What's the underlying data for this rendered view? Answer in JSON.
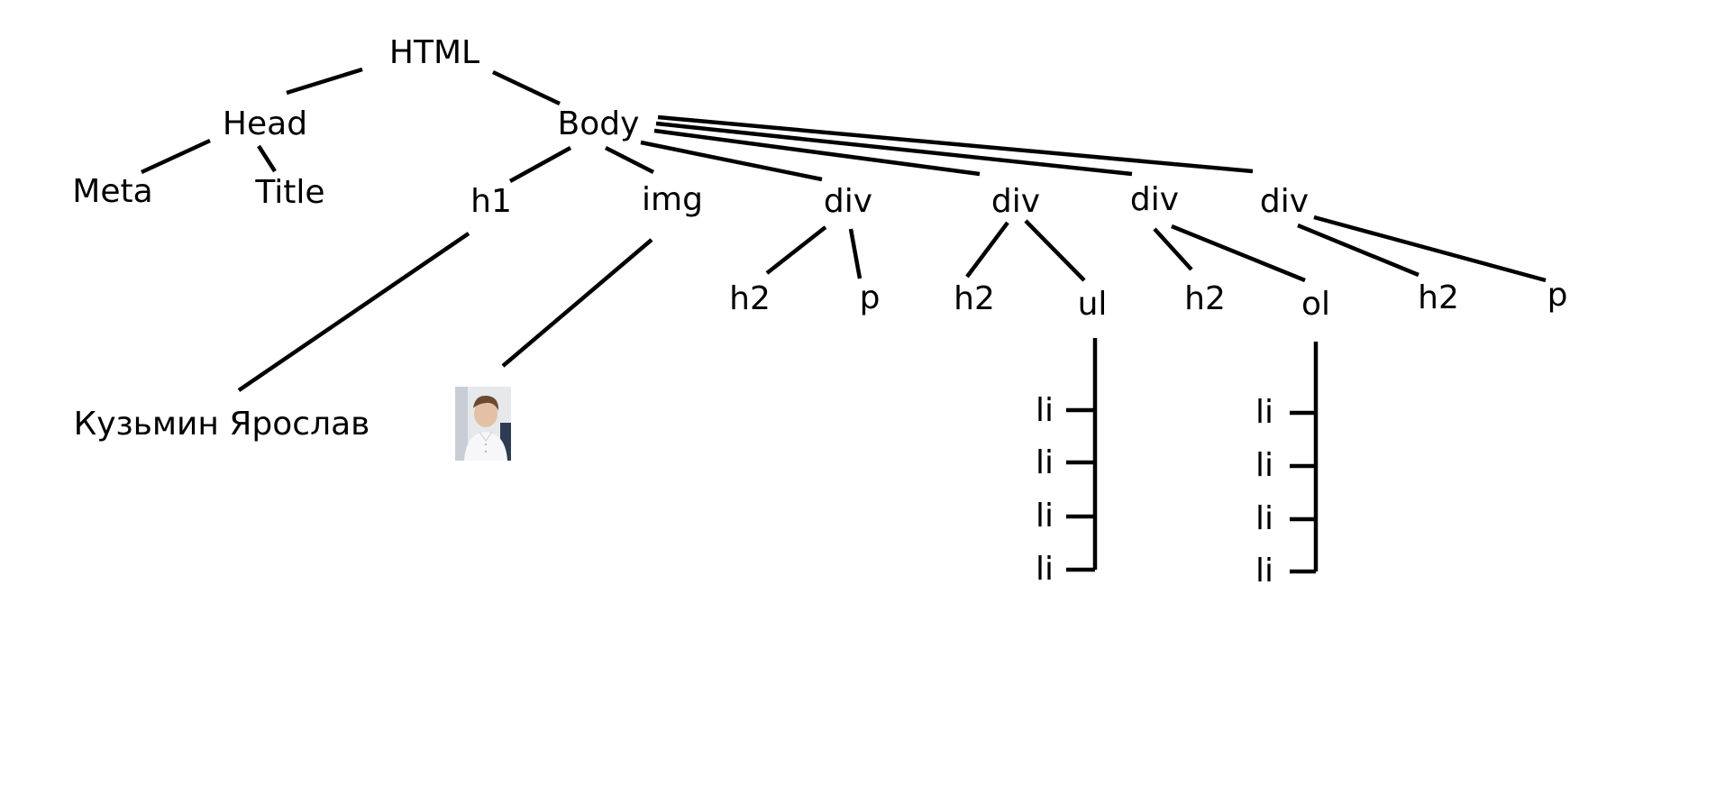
{
  "diagram": {
    "root": "HTML",
    "head": {
      "label": "Head",
      "children": [
        "Meta",
        "Title"
      ]
    },
    "body": {
      "label": "Body",
      "h1": {
        "label": "h1",
        "text": "Кузьмин Ярослав"
      },
      "img": {
        "label": "img",
        "image": "portrait-photo"
      },
      "divs": [
        {
          "label": "div",
          "children": [
            "h2",
            "p"
          ]
        },
        {
          "label": "div",
          "children": [
            "h2",
            "ul"
          ],
          "list_items": [
            "li",
            "li",
            "li",
            "li"
          ]
        },
        {
          "label": "div",
          "children": [
            "h2",
            "ol"
          ],
          "list_items": [
            "li",
            "li",
            "li",
            "li"
          ]
        },
        {
          "label": "div",
          "children": [
            "h2",
            "p"
          ]
        }
      ]
    }
  },
  "colors": {
    "line": "#000000",
    "background": "#ffffff"
  }
}
